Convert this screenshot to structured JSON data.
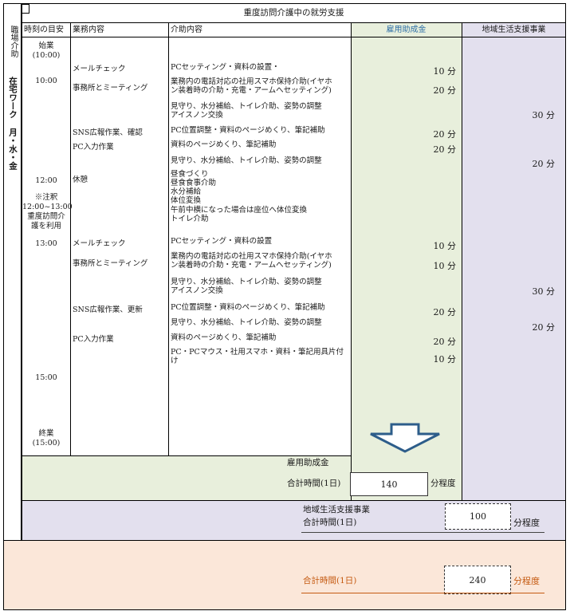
{
  "title": "重度訪問介護中の就労支援",
  "side_label_top": "職場介助",
  "side_label_bottom": "在宅ワーク 月・水・金",
  "headers": {
    "time": "時刻の目安",
    "work": "業務内容",
    "assist": "介助内容",
    "employment": "雇用助成金",
    "community": "地域生活支援事業"
  },
  "times": {
    "start": "始業",
    "start_time": "(10:00)",
    "t1000": "10:00",
    "t1200": "12:00",
    "note1": "※注釈",
    "note2": "12:00~13:00",
    "note3": "重度訪問介",
    "note4": "護を利用",
    "t1300": "13:00",
    "t1500": "15:00",
    "end": "終業",
    "end_time": "(15:00)"
  },
  "work_items": [
    "メールチェック",
    "事務所とミーティング",
    "SNS広報作業、確認",
    "PC入力作業",
    "休憩",
    "メールチェック",
    "事務所とミーティング",
    "SNS広報作業、更新",
    "PC入力作業"
  ],
  "assist_items": [
    "PCセッティング・資料の設置・",
    "業務内の電話対応の社用スマホ保持介助(イヤホ",
    "ン装着時の介助・充電・アームへセッティング)",
    "見守り、水分補給、トイレ介助、姿勢の調整",
    "アイスノン交換",
    "PC位置調整・資料のページめくり、筆記補助",
    "資料のページめくり、筆記補助",
    "見守り、水分補給、トイレ介助、姿勢の調整",
    "昼食づくり",
    "昼食食事介助",
    "水分補給",
    "体位変換",
    "午前中横になった場合は座位へ体位変換",
    "トイレ介助",
    "PCセッティング・資料の設置",
    "業務内の電話対応の社用スマホ保持介助(イヤホ",
    "ン装着時の介助・充電・アームへセッティング)",
    "見守り、水分補給、トイレ介助、姿勢の調整",
    "アイスノン交換",
    "PC位置調整・資料のページめくり、筆記補助",
    "見守り、水分補給、トイレ介助、姿勢の調整",
    "資料のページめくり、筆記補助",
    "PC・PCマウス・社用スマホ・資料・筆記用具片付",
    "け"
  ],
  "employment_minutes": [
    "10 分",
    "20 分",
    "20 分",
    "20 分",
    "10 分",
    "10 分",
    "20 分",
    "20 分",
    "10 分"
  ],
  "community_minutes": [
    "30 分",
    "20 分",
    "30 分",
    "20 分"
  ],
  "summary": {
    "employment_label": "雇用助成金",
    "employment_total_label": "合計時間(1日)",
    "employment_total": "140",
    "employment_unit": "分程度",
    "community_label": "地域生活支援事業",
    "community_total_label": "合計時間(1日)",
    "community_total": "100",
    "community_unit": "分程度",
    "grand_total_label": "合計時間(1日)",
    "grand_total": "240",
    "grand_unit": "分程度"
  },
  "colors": {
    "green_fill": "#e8efdc",
    "purple_fill": "#e3e0ee",
    "peach_fill": "#fbe7d9",
    "header_blue_text": "#2f6fa6",
    "arrow_blue": "#2d5d8a",
    "orange_text": "#c55a11"
  }
}
